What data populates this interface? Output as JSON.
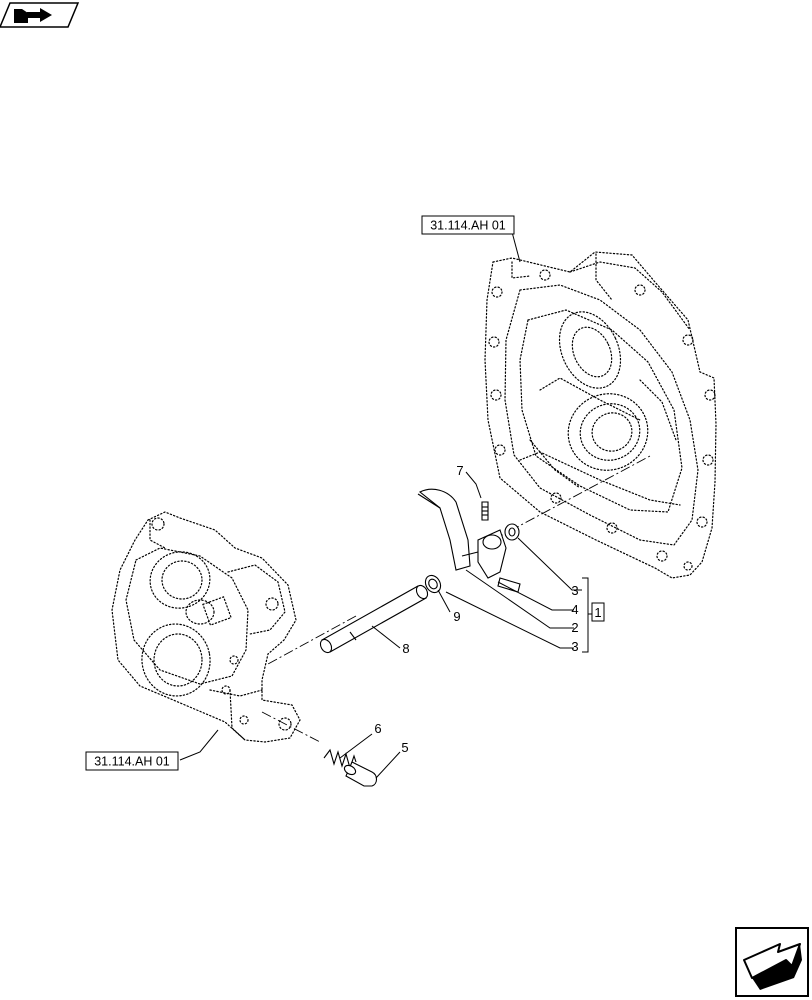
{
  "references": {
    "upper_housing": "31.114.AH 01",
    "lower_housing": "31.114.AH 01"
  },
  "callouts": {
    "c7": "7",
    "c3a": "3",
    "c4": "4",
    "c2": "2",
    "c3b": "3",
    "c9": "9",
    "c8": "8",
    "c6": "6",
    "c5": "5",
    "group": "1"
  },
  "icons": {
    "top_left": "book-arrow-icon",
    "bottom_right": "next-page-arrow-icon"
  }
}
